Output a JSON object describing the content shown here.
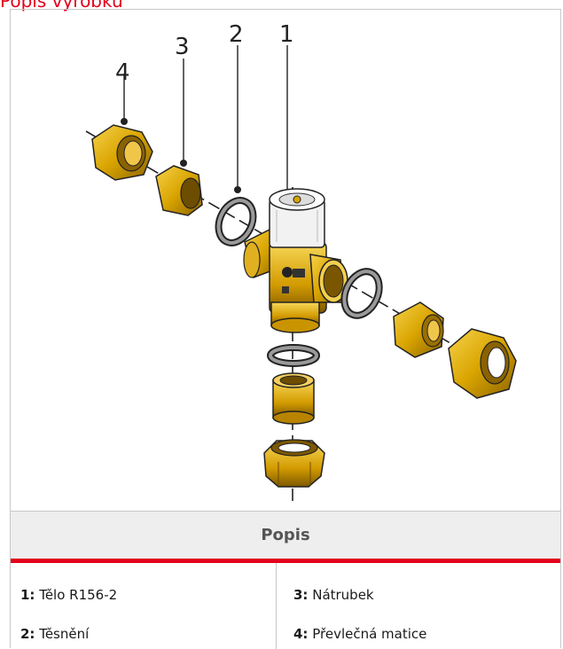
{
  "header": {
    "title": "Popis výrobku"
  },
  "diagram": {
    "callouts": [
      "1",
      "2",
      "3",
      "4"
    ]
  },
  "legend": {
    "title": "Popis",
    "items": [
      {
        "num": "1:",
        "label": "Tělo R156-2"
      },
      {
        "num": "2:",
        "label": "Těsnění"
      },
      {
        "num": "3:",
        "label": "Nátrubek"
      },
      {
        "num": "4:",
        "label": "Převlečná matice"
      }
    ]
  },
  "colors": {
    "accent": "#e3001b",
    "brass": "#d9a400",
    "header_bg": "#eeeeee"
  }
}
